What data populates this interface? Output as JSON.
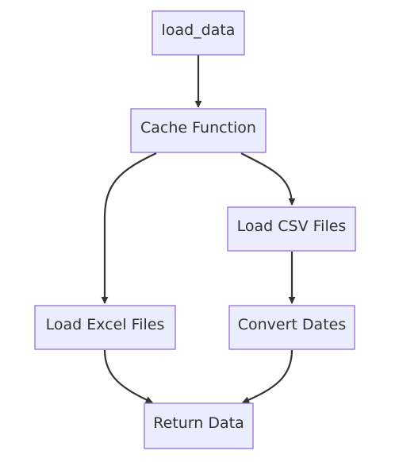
{
  "nodes": {
    "load_data": "load_data",
    "cache_function": "Cache Function",
    "load_csv": "Load CSV Files",
    "load_excel": "Load Excel Files",
    "convert_dates": "Convert Dates",
    "return_data": "Return Data"
  },
  "colors": {
    "node_fill": "#ECECFF",
    "node_stroke": "#9370DB",
    "edge": "#333333",
    "text": "#333333"
  }
}
